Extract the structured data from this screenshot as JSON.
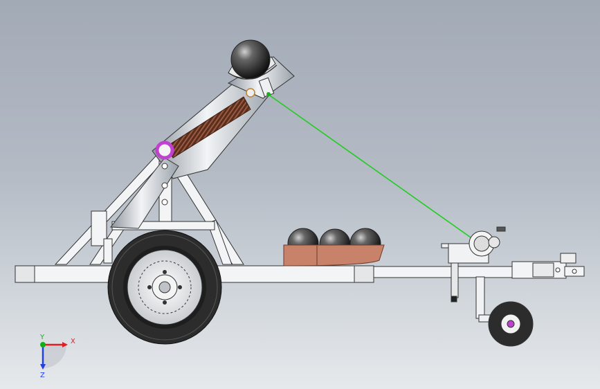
{
  "triad": {
    "x_label": "X",
    "y_label": "Y",
    "z_label": "Z",
    "x_color": "#e02020",
    "y_color": "#10b010",
    "z_color": "#2040e0"
  },
  "colors": {
    "frame": "#f3f4f6",
    "frame_stroke": "#333333",
    "tire": "#2c2c2c",
    "tray": "#c8826a",
    "ball": "#3a3a3a",
    "spring": "#6a3a28",
    "pivot": "#c040d0",
    "cable": "#22cc22"
  },
  "icons": {
    "model": "catapult-trailer-model",
    "triad": "coordinate-triad-icon"
  }
}
